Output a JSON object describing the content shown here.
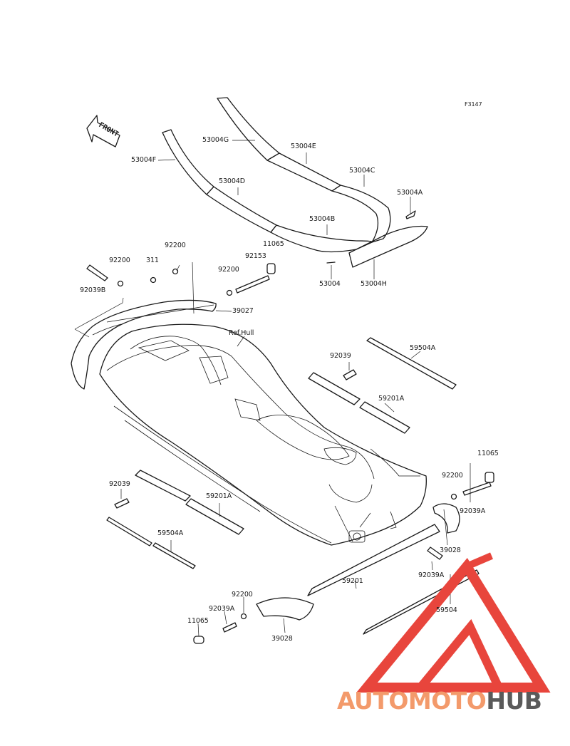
{
  "figure_code": "F3147",
  "front_label": "FRONT",
  "ref_label": "Ref.Hull",
  "parts": {
    "p53004G": "53004G",
    "p53004E": "53004E",
    "p53004F": "53004F",
    "p53004D": "53004D",
    "p53004C": "53004C",
    "p53004A": "53004A",
    "p53004B": "53004B",
    "p53004": "53004",
    "p53004H": "53004H",
    "p11065_top": "11065",
    "p92153": "92153",
    "p92200_a": "92200",
    "p311": "311",
    "p92200_b": "92200",
    "p92039B": "92039B",
    "p92200_c": "92200",
    "p39027": "39027",
    "p92039_r": "92039",
    "p59504A_r": "59504A",
    "p59201A_r": "59201A",
    "p11065_r": "11065",
    "p92200_r": "92200",
    "p92039A_r": "92039A",
    "p39028_r": "39028",
    "p92039_l": "92039",
    "p59201A_l": "59201A",
    "p59504A_l": "59504A",
    "p92039A_b": "92039A",
    "p59201": "59201",
    "p59504": "59504",
    "p92200_b2": "92200",
    "p92039A_bl": "92039A",
    "p11065_bl": "11065",
    "p39028_b": "39028"
  },
  "watermark": {
    "text_a": "AUTOMOTO",
    "text_b": "HUB",
    "color_a": "#f39a6b",
    "color_b": "#5a5a5a",
    "logo_color": "#e8453c"
  }
}
